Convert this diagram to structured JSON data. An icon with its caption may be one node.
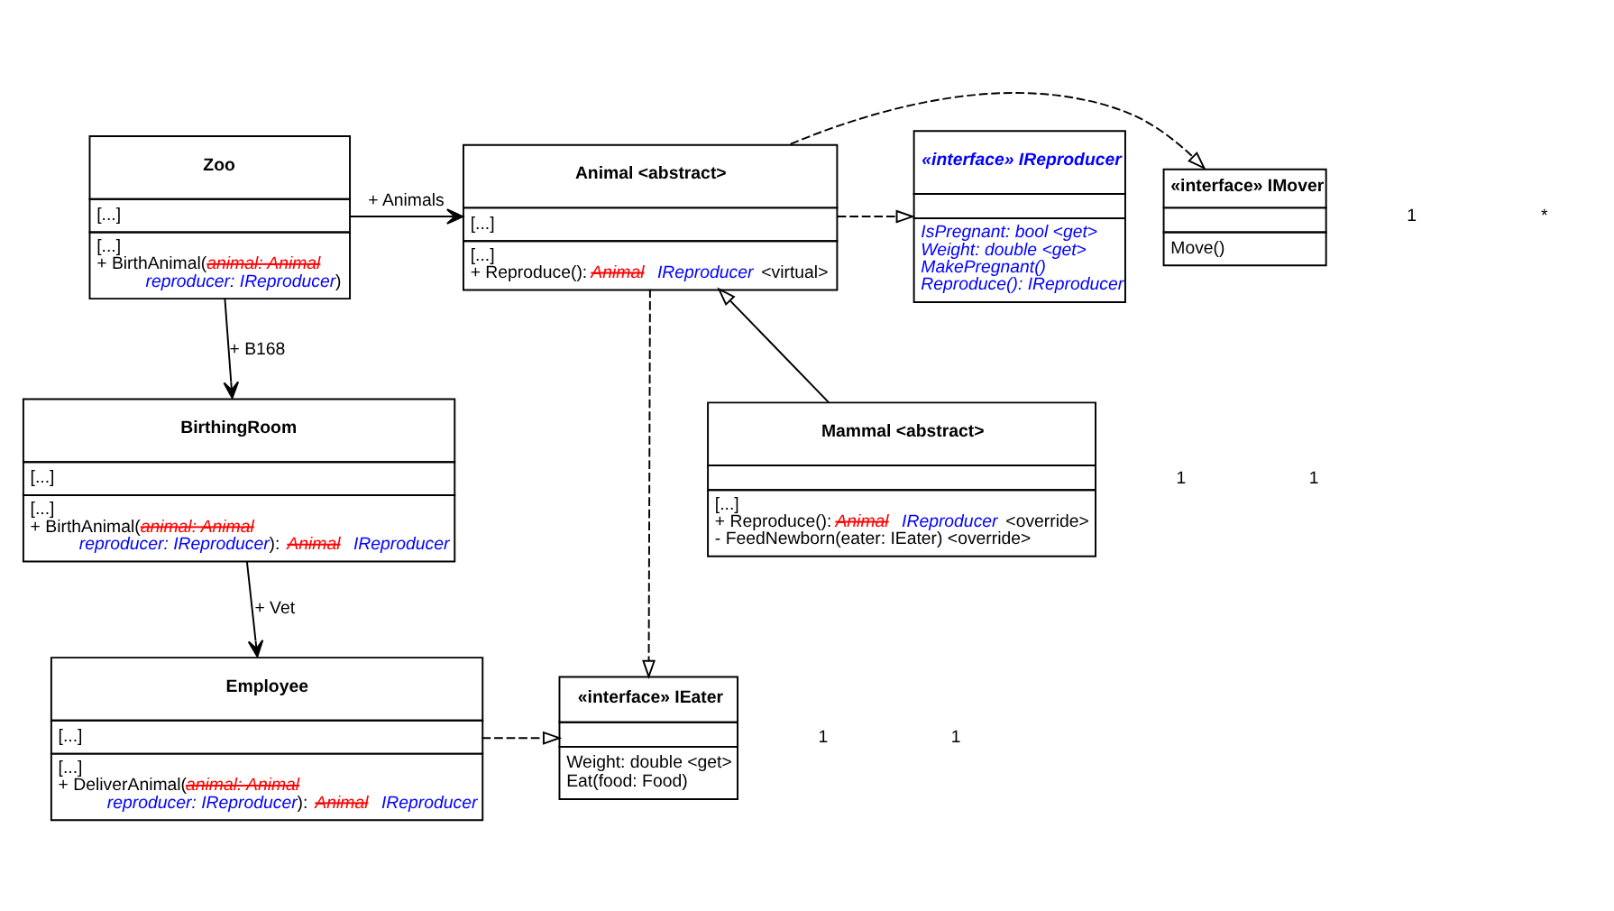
{
  "diagram": {
    "nodes": [
      {
        "text": [
          "Zoo",
          "[...]",
          "[...]",
          "+ BirthAnimal(*animal: Animal* *reproducer: IReproducer*)"
        ]
      },
      {
        "text": [
          "Animal <abstract>",
          "[...]",
          "[...]",
          "+ Reproduce(): *Animal* *IReproducer* <virtual>"
        ]
      },
      {
        "text": [
          "«interface» IMover",
          "Move()"
        ]
      },
      {
        "text": [
          "«interface» IReproducer",
          "IsPregnant: bool <get>",
          "Weight: double <get>",
          "MakePregnant()",
          "Reproduce(): IReproducer"
        ]
      },
      {
        "text": [
          "Mammal <abstract>",
          "[...]",
          "+ Reproduce(): *Animal* *IReproducer* <override>",
          "- FeedNewborn(eater: IEater) <override>"
        ]
      },
      {
        "text": [
          "BirthingRoom",
          "[...]",
          "[...]",
          "+ BirthAnimal(*animal: Animal* *reproducer: IReproducer*): *Animal* *IReproducer*"
        ]
      },
      {
        "text": [
          "«interface» IEater",
          "Weight: double <get>",
          "Eat(food: Food)"
        ]
      },
      {
        "text": [
          "Employee",
          "[...]",
          "[...]",
          "+ DeliverAnimal(*animal: Animal* *reproducer: IReproducer*): *Animal* *IReproducer*"
        ]
      }
    ],
    "edges": [
      {
        "from": 0,
        "to": 1,
        "arrow": "to",
        "label": "+ Animals"
      },
      {
        "from": 0,
        "to": 5,
        "arrow": "to",
        "label": "+ B168"
      },
      {
        "from": 5,
        "to": 7,
        "arrow": "to",
        "label": "+ Vet"
      },
      {
        "from": 4,
        "to": 1,
        "arrow": "to"
      },
      {
        "from": 1,
        "to": 2,
        "arrow": "to",
        "style": "dashed"
      },
      {
        "from": 1,
        "to": 3,
        "arrow": "to",
        "style": "dashed"
      },
      {
        "from": 1,
        "to": 6,
        "arrow": "to",
        "style": "dashed"
      },
      {
        "from": 7,
        "to": 6,
        "arrow": "to",
        "style": "dashed"
      }
    ],
    "labels": [
      "1",
      "*",
      "1",
      "1",
      "1",
      "1"
    ]
  }
}
